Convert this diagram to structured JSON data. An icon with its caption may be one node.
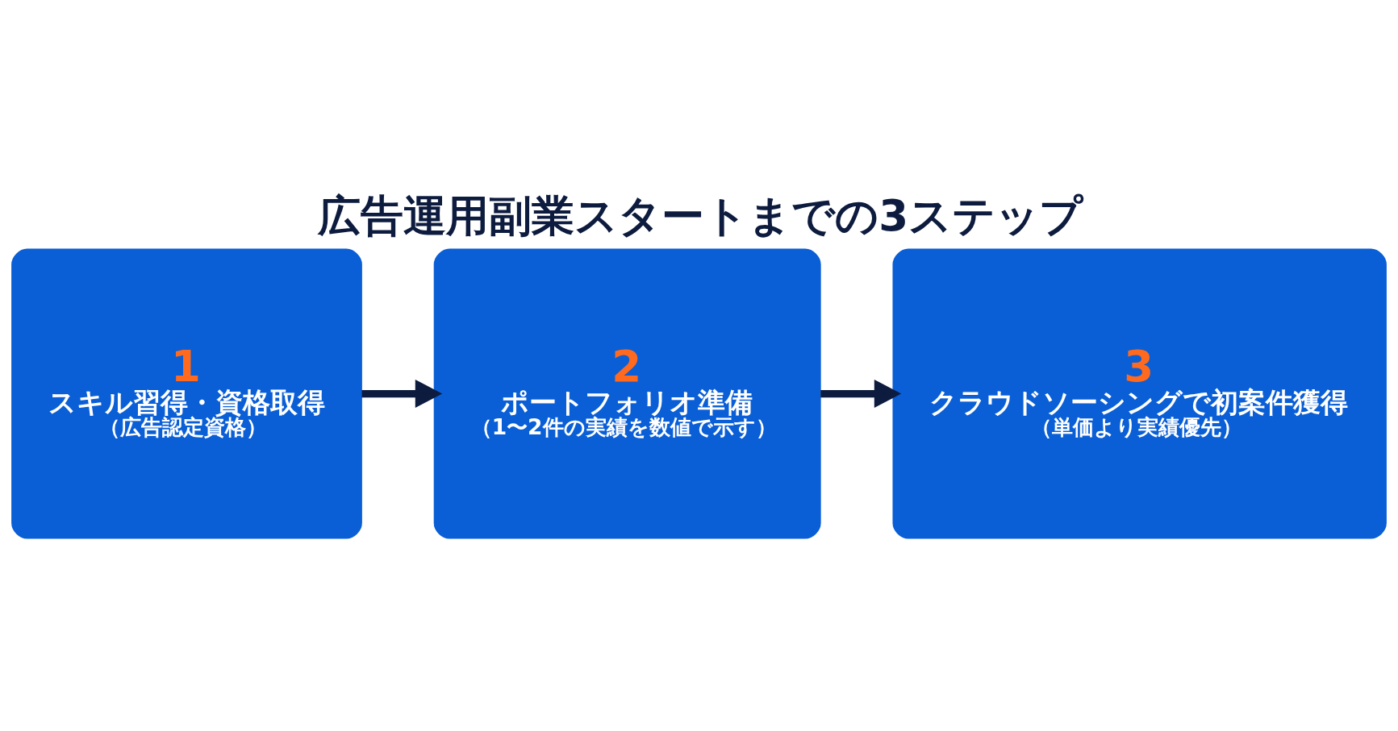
{
  "diagram": {
    "title": "広告運用副業スタートまでの3ステップ",
    "nodes": [
      {
        "text": [
          "1",
          "スキル習得・資格取得",
          "（広告認定資格）"
        ]
      },
      {
        "text": [
          "2",
          "ポートフォリオ準備",
          "（1〜2件の実績を数値で示す）"
        ]
      },
      {
        "text": [
          "3",
          "クラウドソーシングで初案件獲得",
          "（単価より実績優先）"
        ]
      }
    ],
    "edges": [
      {
        "from": 0,
        "to": 1,
        "arrow": "to"
      },
      {
        "from": 1,
        "to": 2,
        "arrow": "to"
      }
    ]
  }
}
